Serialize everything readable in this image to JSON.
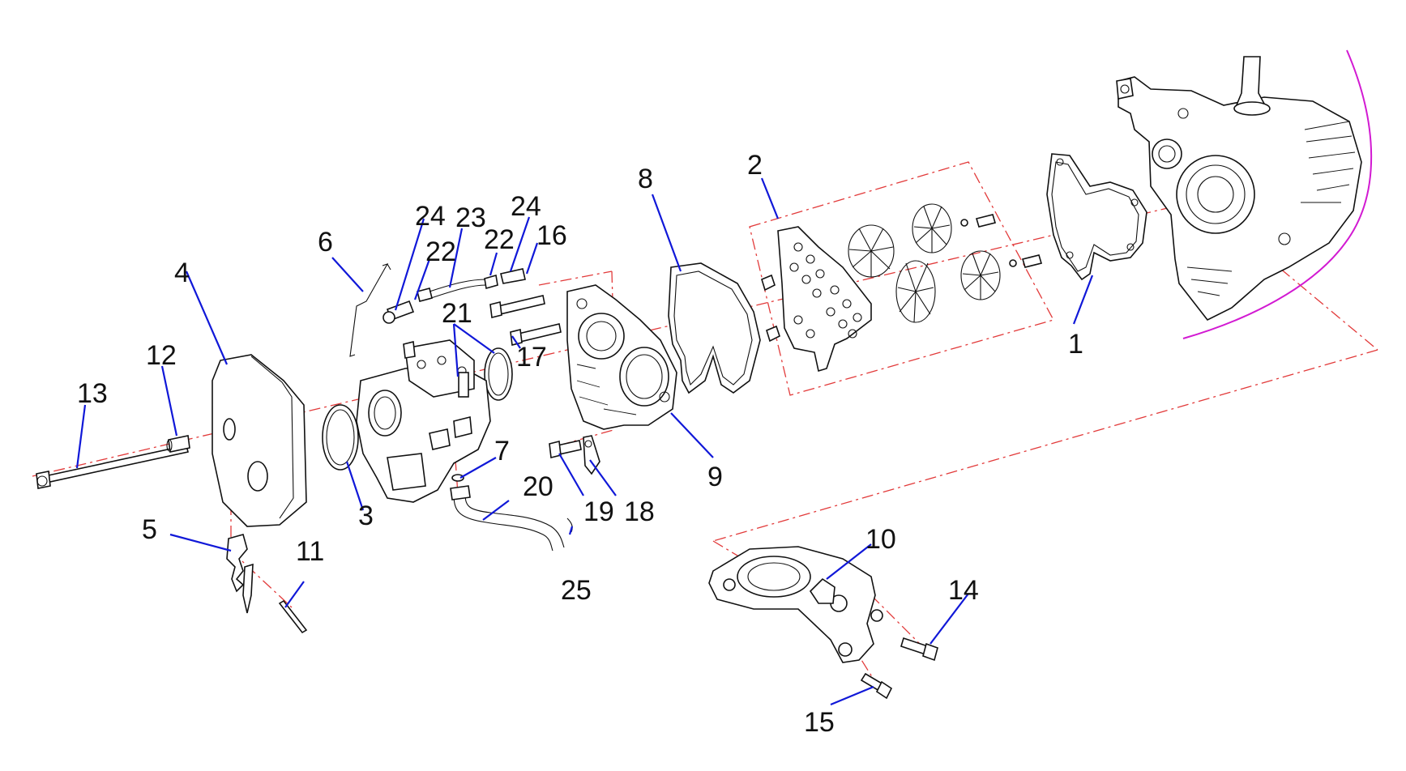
{
  "diagram": {
    "labels": {
      "l1": "1",
      "l2": "2",
      "l3": "3",
      "l4": "4",
      "l5": "5",
      "l6": "6",
      "l7": "7",
      "l8": "8",
      "l9": "9",
      "l10": "10",
      "l11": "11",
      "l12": "12",
      "l13": "13",
      "l14": "14",
      "l15": "15",
      "l16": "16",
      "l17": "17",
      "l18": "18",
      "l19": "19",
      "l20": "20",
      "l21": "21",
      "l22a": "22",
      "l22b": "22",
      "l23": "23",
      "l24a": "24",
      "l24b": "24",
      "l25": "25"
    },
    "colors": {
      "leader": "#1018d8",
      "centerline": "#e23a3a",
      "outline": "#111111",
      "housing_edge": "#d21ad2"
    }
  }
}
